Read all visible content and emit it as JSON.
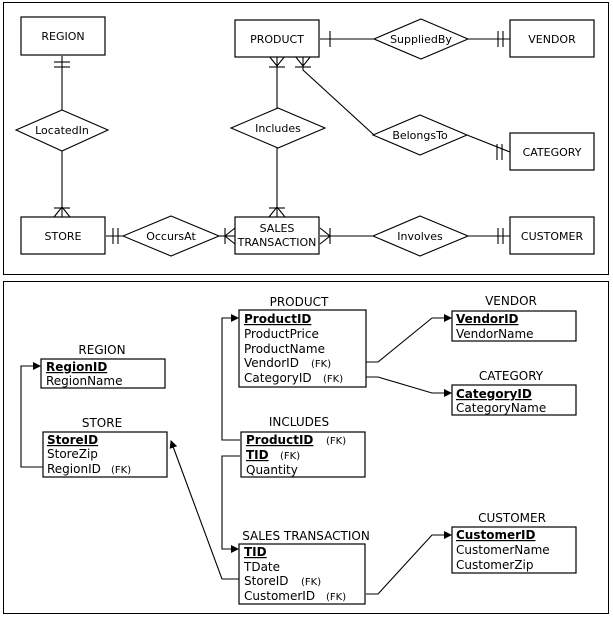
{
  "er_diagram": {
    "entities": {
      "region": "REGION",
      "product": "PRODUCT",
      "vendor": "VENDOR",
      "category": "CATEGORY",
      "store": "STORE",
      "sales_transaction_line1": "SALES",
      "sales_transaction_line2": "TRANSACTION",
      "customer": "CUSTOMER"
    },
    "relationships": {
      "supplied_by": "SuppliedBy",
      "located_in": "LocatedIn",
      "includes": "Includes",
      "belongs_to": "BelongsTo",
      "occurs_at": "OccursAt",
      "involves": "Involves"
    }
  },
  "relational_schema": {
    "product": {
      "title": "PRODUCT",
      "attributes": [
        "ProductID",
        "ProductPrice",
        "ProductName",
        "VendorID",
        "CategoryID"
      ],
      "fk_marks": [
        "",
        "",
        "",
        "(FK)",
        "(FK)"
      ]
    },
    "vendor": {
      "title": "VENDOR",
      "attributes": [
        "VendorID",
        "VendorName"
      ]
    },
    "region": {
      "title": "REGION",
      "attributes": [
        "RegionID",
        "RegionName"
      ]
    },
    "category": {
      "title": "CATEGORY",
      "attributes": [
        "CategoryID",
        "CategoryName"
      ]
    },
    "store": {
      "title": "STORE",
      "attributes": [
        "StoreID",
        "StoreZip",
        "RegionID"
      ],
      "fk_marks": [
        "",
        "",
        "(FK)"
      ]
    },
    "includes": {
      "title": "INCLUDES",
      "attributes": [
        "ProductID",
        "TID",
        "Quantity"
      ],
      "fk_marks": [
        "(FK)",
        "(FK)",
        ""
      ]
    },
    "sales_transaction": {
      "title": "SALES TRANSACTION",
      "attributes": [
        "TID",
        "TDate",
        "StoreID",
        "CustomerID"
      ],
      "fk_marks": [
        "",
        "",
        "(FK)",
        "(FK)"
      ]
    },
    "customer": {
      "title": "CUSTOMER",
      "attributes": [
        "CustomerID",
        "CustomerName",
        "CustomerZip"
      ]
    }
  }
}
